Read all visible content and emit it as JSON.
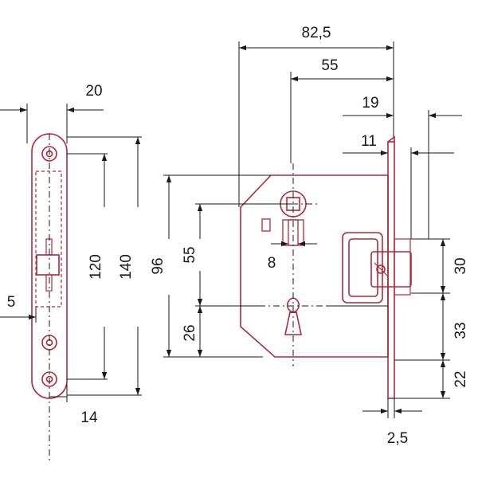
{
  "colors": {
    "outline": "#b0283a",
    "dimension": "#1a1a1a",
    "background": "#ffffff"
  },
  "dimensions": {
    "faceplate_width": "20",
    "faceplate_offset": "5",
    "faceplate_bottom": "14",
    "hole_spacing": "120",
    "faceplate_height": "140",
    "backset_total": "82,5",
    "backset": "55",
    "latch_projection": "19",
    "plate_offset": "11",
    "body_height": "96",
    "spindle_to_key": "55",
    "key_to_bottom": "26",
    "spindle_size": "8",
    "latch_height": "30",
    "latch_to_key": "33",
    "key_to_edge": "22",
    "plate_thickness": "2,5"
  }
}
